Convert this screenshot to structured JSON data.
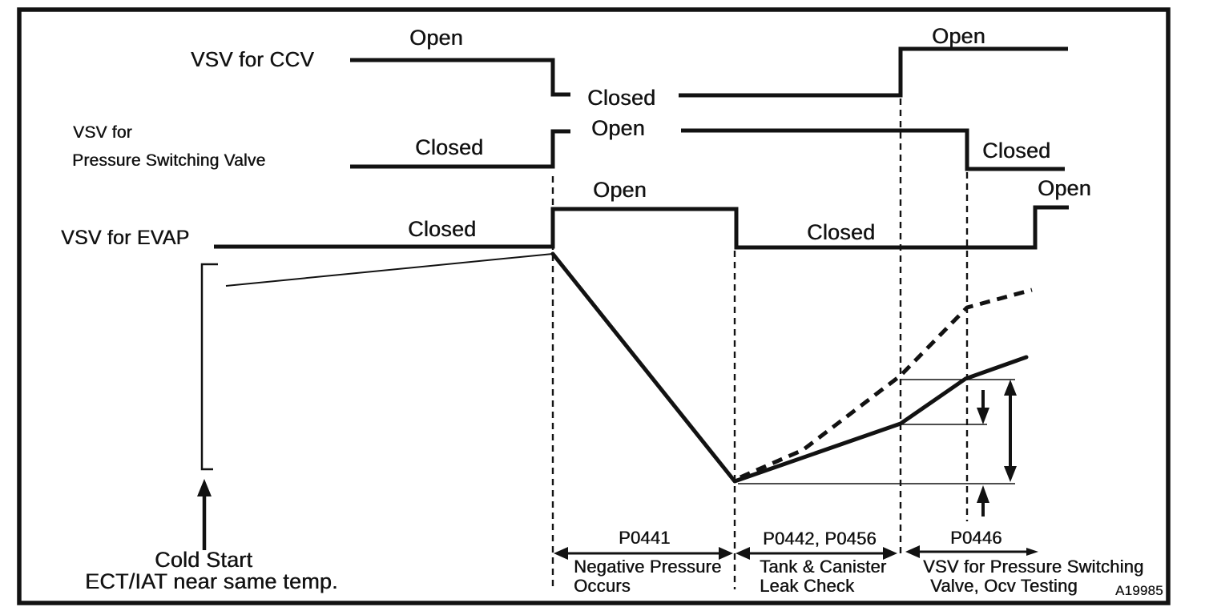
{
  "colors": {
    "ink": "#121212",
    "paper": "#ffffff"
  },
  "signals": [
    {
      "id": "vsv-for-ccv",
      "label_lines": [
        "VSV for CCV"
      ],
      "states": [
        "Open",
        "Closed",
        "Open"
      ]
    },
    {
      "id": "vsv-for-pressure-switching-valve",
      "label_lines": [
        "VSV for",
        "Pressure Switching Valve"
      ],
      "states": [
        "Closed",
        "Open",
        "Closed"
      ]
    },
    {
      "id": "vsv-for-evap",
      "label_lines": [
        "VSV for EVAP"
      ],
      "states": [
        "Closed",
        "Open",
        "Closed",
        "Open"
      ]
    }
  ],
  "cold_start": {
    "line1": "Cold Start",
    "line2": "ECT/IAT near same temp."
  },
  "phases": [
    {
      "code": "P0441",
      "desc1": "Negative Pressure",
      "desc2": "Occurs"
    },
    {
      "code": "P0442, P0456",
      "desc1": "Tank & Canister",
      "desc2": "Leak Check"
    },
    {
      "code": "P0446",
      "desc1": "VSV for Pressure Switching",
      "desc2": "Valve, Ocv Testing"
    }
  ],
  "figure_code": "A19985"
}
